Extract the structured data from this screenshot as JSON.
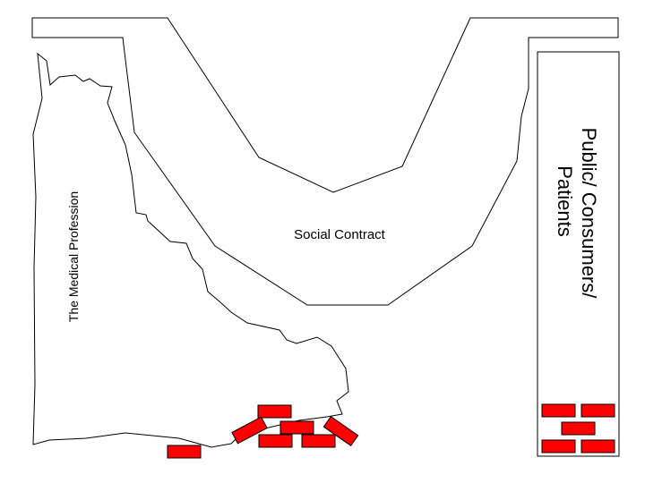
{
  "diagram": {
    "profession_label": "The Medical Profession",
    "contract_label": "Social Contract",
    "public_label_line1": "Public/ Consumers/",
    "public_label_line2": "Patients",
    "brick_color": "#ff0000",
    "outline_color": "#000000",
    "background_color": "#ffffff"
  }
}
